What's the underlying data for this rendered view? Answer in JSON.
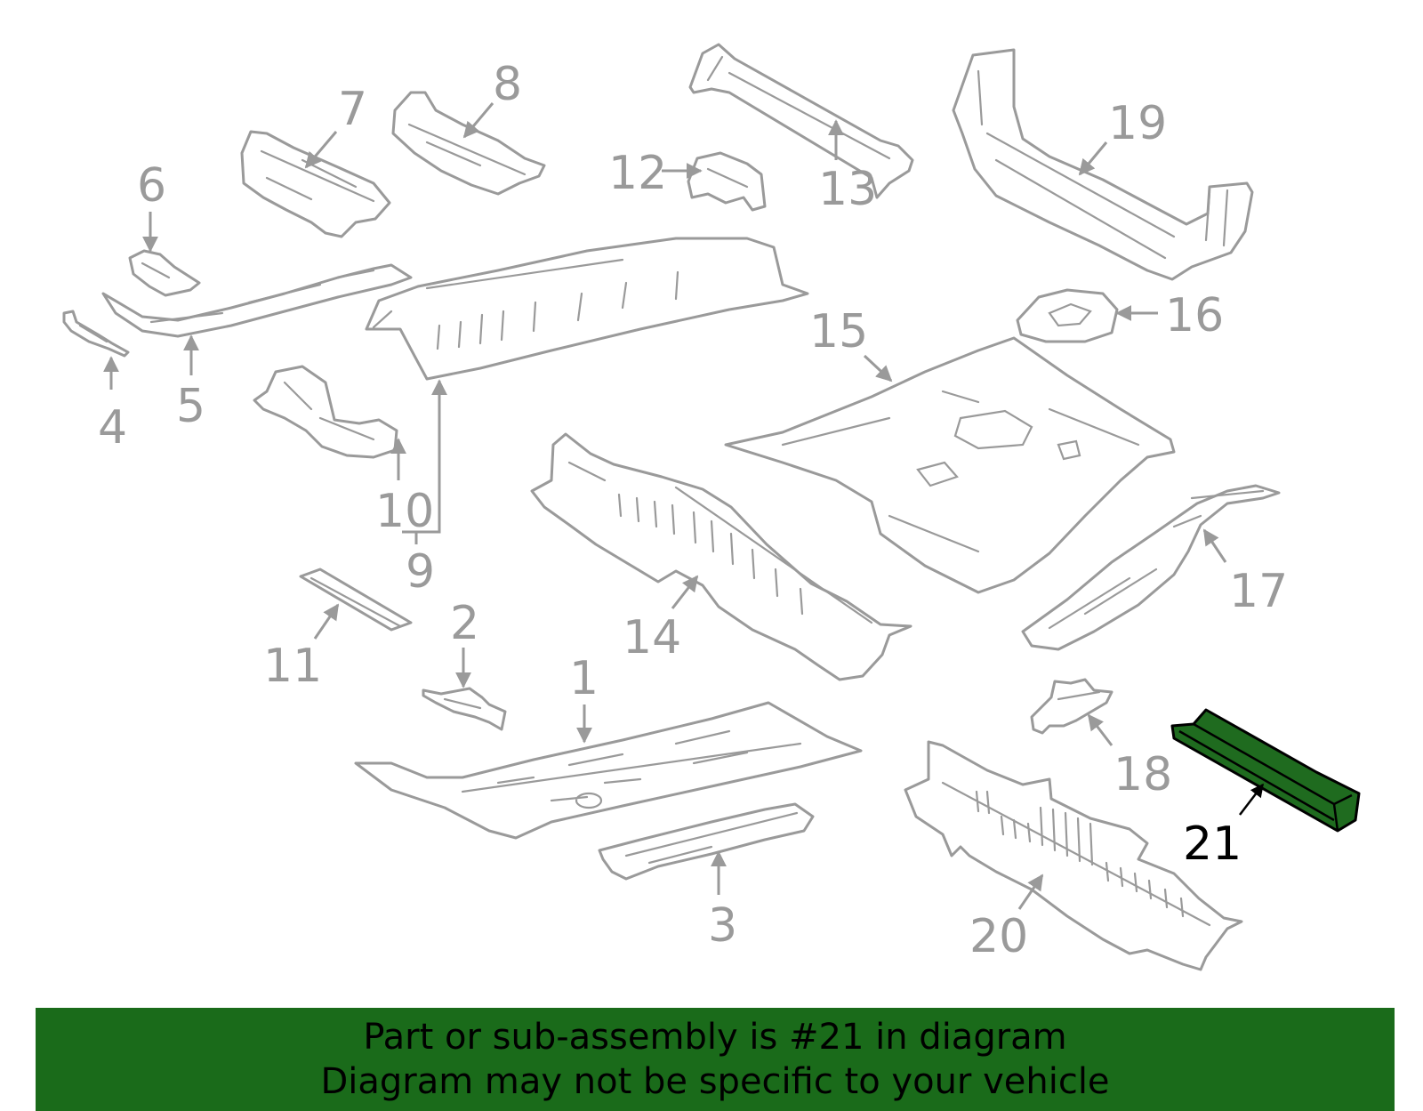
{
  "labels": {
    "p1": "1",
    "p2": "2",
    "p3": "3",
    "p4": "4",
    "p5": "5",
    "p6": "6",
    "p7": "7",
    "p8": "8",
    "p9": "9",
    "p10": "10",
    "p11": "11",
    "p12": "12",
    "p13": "13",
    "p14": "14",
    "p15": "15",
    "p16": "16",
    "p17": "17",
    "p18": "18",
    "p19": "19",
    "p20": "20",
    "p21": "21"
  },
  "highlight": {
    "part": "21",
    "fill_color": "#1f6b1f",
    "outline_color": "#000000"
  },
  "colors": {
    "parts": "#9a9a9a",
    "banner": "#1a6b1a",
    "banner_text": "#000000"
  },
  "banner": {
    "line1": "Part or sub-assembly is #21 in diagram",
    "line2": "Diagram may not be specific to your vehicle"
  }
}
